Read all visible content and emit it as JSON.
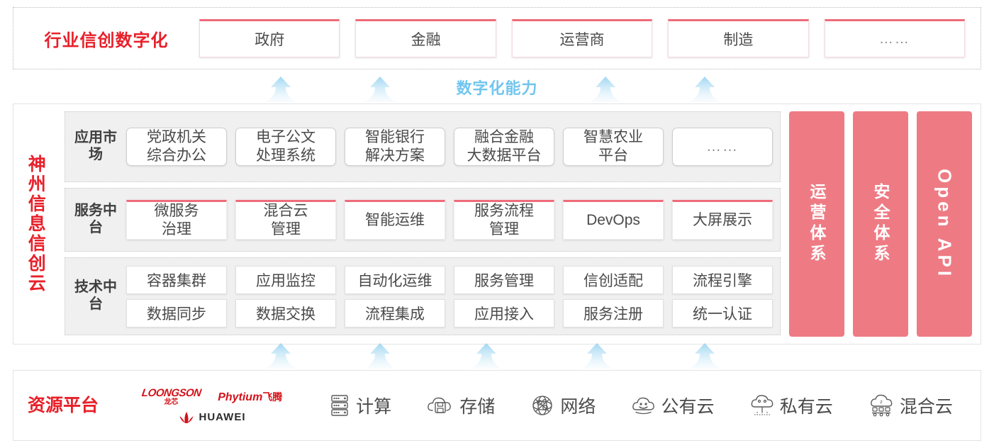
{
  "industry": {
    "title": "行业信创数字化",
    "cards": [
      "政府",
      "金融",
      "运营商",
      "制造",
      "……"
    ]
  },
  "capability_label": "数字化能力",
  "cloud": {
    "title": "神州信息信创云",
    "rows": [
      {
        "label": "应用市场",
        "cells": [
          "党政机关\n综合办公",
          "电子公文\n处理系统",
          "智能银行\n解决方案",
          "融合金融\n大数据平台",
          "智慧农业\n平台",
          "……"
        ]
      },
      {
        "label": "服务中台",
        "cells": [
          "微服务\n治理",
          "混合云\n管理",
          "智能运维",
          "服务流程\n管理",
          "DevOps",
          "大屏展示"
        ]
      },
      {
        "label": "技术中台",
        "line1": [
          "容器集群",
          "应用监控",
          "自动化运维",
          "服务管理",
          "信创适配",
          "流程引擎"
        ],
        "line2": [
          "数据同步",
          "数据交换",
          "流程集成",
          "应用接入",
          "服务注册",
          "统一认证"
        ]
      }
    ],
    "pillars": [
      "运营体系",
      "安全体系",
      "Open API"
    ]
  },
  "resource": {
    "title": "资源平台",
    "vendors": [
      {
        "name_en": "LOONGSON",
        "name_cn": "龙芯"
      },
      {
        "name_en": "Phytium",
        "name_cn": "飞腾"
      },
      {
        "name_en": "HUAWEI",
        "name_cn": ""
      }
    ],
    "items": [
      {
        "icon": "server-icon",
        "label": "计算"
      },
      {
        "icon": "cloud-storage-icon",
        "label": "存储"
      },
      {
        "icon": "network-mesh-icon",
        "label": "网络"
      },
      {
        "icon": "public-cloud-icon",
        "label": "公有云"
      },
      {
        "icon": "private-cloud-icon",
        "label": "私有云"
      },
      {
        "icon": "hybrid-cloud-icon",
        "label": "混合云"
      }
    ]
  },
  "colors": {
    "brand_red": "#e8202a",
    "accent_pink": "#ee7b84",
    "card_top_border": "#ef6b7a",
    "arrow_blue": "#b9e0f5",
    "capability_blue": "#72c5ee",
    "band_gray": "#f0f0f0"
  }
}
